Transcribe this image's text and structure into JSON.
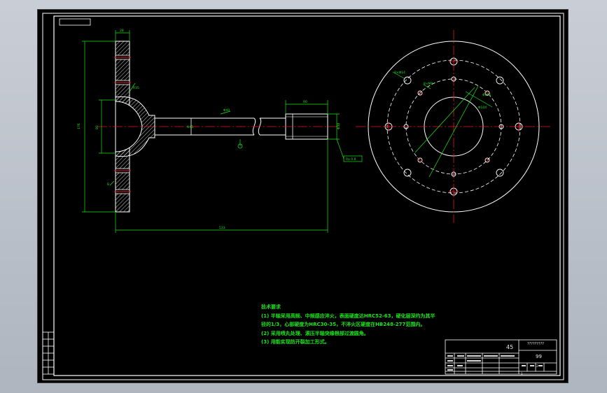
{
  "drawing": {
    "tech_requirements_title": "技术要求",
    "tech_requirements": [
      "(1) 半轴采用高频、中频感应淬火，表面硬度达HRC52-63，硬化层深约为其半",
      "径的1/3，心部硬度为HRC30-35，不淬火区硬度在HB248-277范围内。",
      "(2) 采用喷丸处理、滚压半轴突缘根部过渡圆角。",
      "(3) 用能实现防开裂加工形式。"
    ],
    "title_block": {
      "material": "45",
      "scale_or_count": "99",
      "drawing_no": "?????????",
      "sheet_marks": [
        "1",
        "2"
      ]
    },
    "leader_note": "Ra 0.8"
  },
  "colors": {
    "background": "#000000",
    "line": "#ffffff",
    "dimension": "#19e619",
    "center_line": "#e6141e",
    "hatch": "#ffffff",
    "window_chrome": "#b8bec8"
  }
}
